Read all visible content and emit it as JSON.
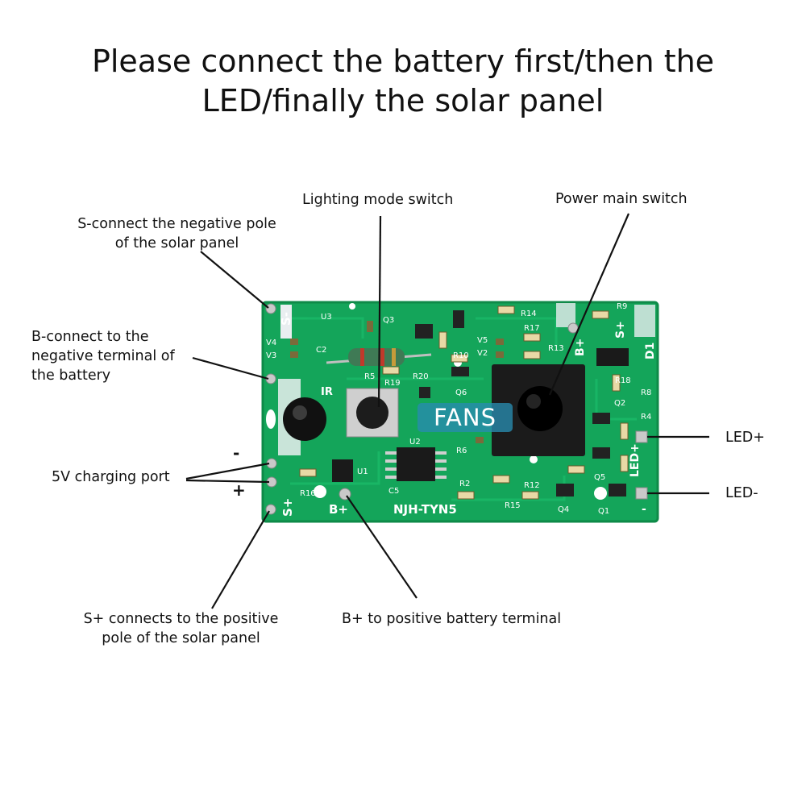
{
  "title": {
    "line1": "Please connect the battery first/then the",
    "line2": "LED/finally the solar panel"
  },
  "labels": {
    "lighting_mode": "Lighting mode switch",
    "power_main": "Power main switch",
    "s_minus": {
      "line1": "S-connect the negative pole",
      "line2": "of the solar panel"
    },
    "b_minus": {
      "line1": "B-connect to the",
      "line2": "negative terminal of",
      "line3": "the battery"
    },
    "charging_port": "5V charging port",
    "charging_minus": "-",
    "charging_plus": "+",
    "led_plus": "LED+",
    "led_minus": "LED-",
    "s_plus": {
      "line1": "S+ connects to the positive",
      "line2": "pole of the solar panel"
    },
    "b_plus": "B+ to positive battery terminal"
  },
  "board": {
    "model": "NJH-TYN5",
    "watermark": "FANS",
    "silk_s_minus": "S-",
    "silk_s_plus_left": "S+",
    "silk_b_plus_left": "B+",
    "silk_b_plus_top": "B+",
    "silk_s_plus_top": "S+",
    "silk_led_plus": "LED+",
    "silk_minus": "-",
    "silk_d1": "D1",
    "silk_ir": "IR",
    "silk_u2": "U2",
    "silk_u1": "U1",
    "silk_c5": "C5",
    "silk_r2": "R2",
    "silk_q1": "Q1",
    "silk_q4": "Q4",
    "silk_q5": "Q5",
    "silk_r15": "R15",
    "silk_r16": "R16",
    "silk_r12": "R12",
    "silk_r19": "R19",
    "silk_r20": "R20",
    "silk_r17": "R17",
    "silk_r13": "R13",
    "silk_r14": "R14",
    "silk_r18": "R18",
    "silk_r8": "R8",
    "silk_r4": "R4",
    "silk_r6": "R6",
    "silk_q2": "Q2",
    "silk_q3": "Q3",
    "silk_c2": "C2",
    "silk_u3": "U3",
    "silk_v4": "V4",
    "silk_v3": "V3",
    "silk_v5": "V5",
    "silk_v2": "V2",
    "silk_r10": "R10",
    "silk_q6": "Q6",
    "silk_r5": "R5",
    "silk_r9": "R9"
  },
  "colors": {
    "pcb": "#14a55a",
    "pcb_dark": "#0e8a48",
    "silkscreen": "#ffffff",
    "pad": "#c9c9c9",
    "switch_body": "#1b1b1b",
    "watermark": "#2a8cb0"
  }
}
